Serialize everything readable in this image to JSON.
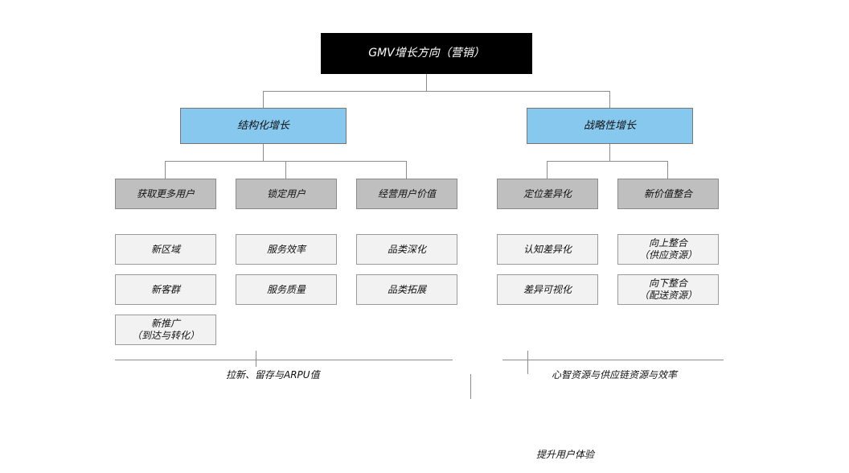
{
  "root": "GMV增长方向（营销）",
  "branches": [
    {
      "title": "结构化增长",
      "groups": [
        {
          "title": "获取更多用户",
          "items": [
            [
              "新区域"
            ],
            [
              "新客群"
            ],
            [
              "新推广",
              "（到达与转化）"
            ]
          ]
        },
        {
          "title": "锁定用户",
          "items": [
            [
              "服务效率"
            ],
            [
              "服务质量"
            ]
          ]
        },
        {
          "title": "经营用户价值",
          "items": [
            [
              "品类深化"
            ],
            [
              "品类拓展"
            ]
          ]
        }
      ]
    },
    {
      "title": "战略性增长",
      "groups": [
        {
          "title": "定位差异化",
          "items": [
            [
              "认知差异化"
            ],
            [
              "差异可视化"
            ]
          ]
        },
        {
          "title": "新价值整合",
          "items": [
            [
              "向上整合",
              "（供应资源）"
            ],
            [
              "向下整合",
              "（配送资源）"
            ]
          ]
        }
      ]
    }
  ],
  "footer": {
    "left": "拉新、留存与ARPU值",
    "right": "心智资源与供应链资源与效率",
    "bottom": "提升用户体验"
  }
}
